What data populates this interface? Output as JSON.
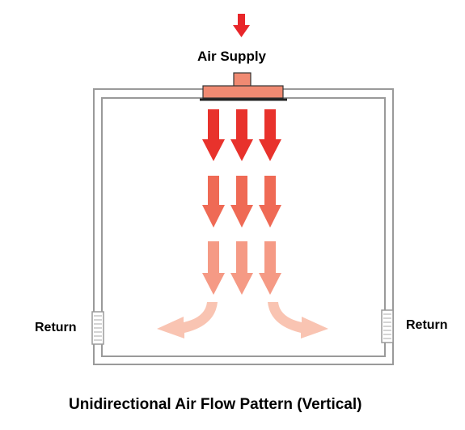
{
  "labels": {
    "air_supply": "Air Supply",
    "return_left": "Return",
    "return_right": "Return",
    "caption": "Unidirectional Air Flow Pattern (Vertical)"
  },
  "colors": {
    "supply_arrow": "#e8262a",
    "diffuser": "#f08a72",
    "arrow_row_1": "#e8322c",
    "arrow_row_2": "#ef6a55",
    "arrow_row_3": "#f59a85",
    "curved_arrows": "#f9c4b2",
    "room_outline": "#9a9a9a"
  },
  "icons": [
    "air-supply-arrow-icon",
    "airflow-arrow-icon",
    "return-grille-icon",
    "curved-return-arrow-icon"
  ]
}
